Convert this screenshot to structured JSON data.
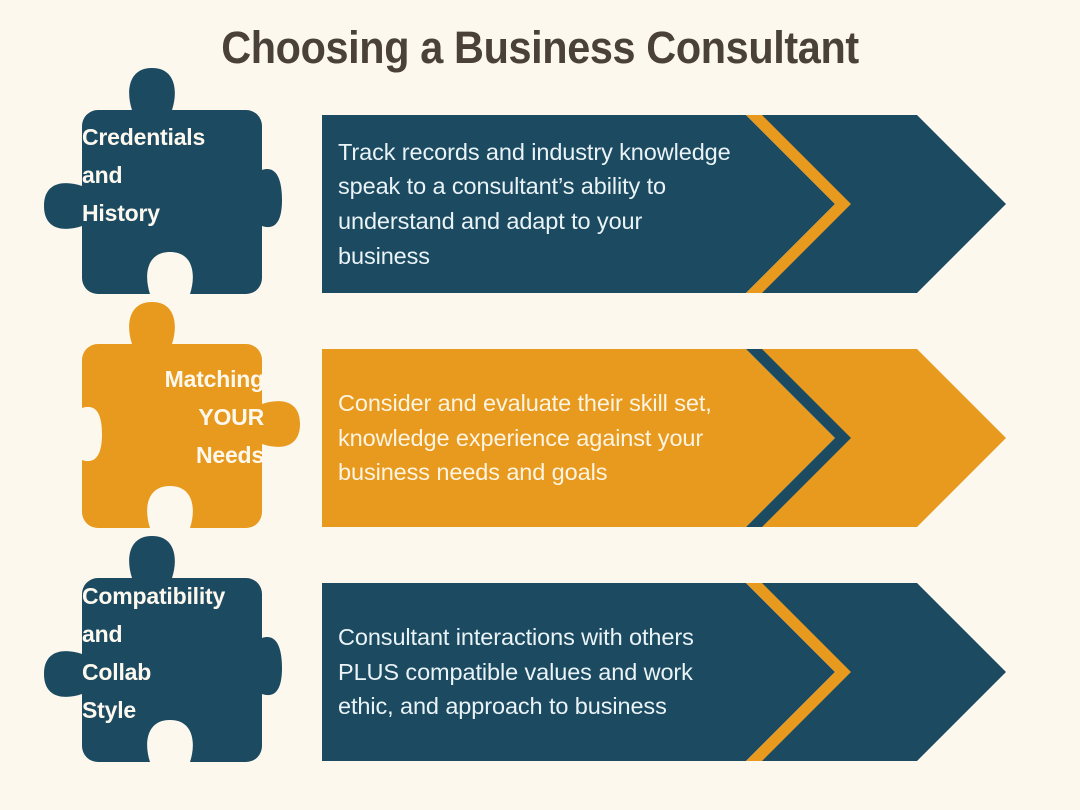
{
  "page": {
    "title": "Choosing a Business Consultant",
    "background_color": "#FDF8EE"
  },
  "palette": {
    "navy": "#1B4A61",
    "orange": "#E79A1E",
    "cream": "#FDF8EE",
    "title_text": "#4A423A",
    "text_on_dark": "#EAF3F6",
    "text_on_orange": "#FDF4E2"
  },
  "steps": [
    {
      "id": "credentials-and-history",
      "puzzle": {
        "lines": [
          "Credentials",
          "and",
          "History"
        ],
        "color": "#1B4A61",
        "text_align": "left",
        "tabs": {
          "top": "knob",
          "left": "knob",
          "right": "notch",
          "bottom": "notch"
        }
      },
      "banner": {
        "body_color": "#1B4A61",
        "chevron_color": "#E79A1E",
        "arrow_color": "#1B4A61",
        "text_color": "#EAF3F6",
        "text": "Track records and industry knowledge speak to a consultant’s ability to understand and adapt to your business",
        "icon": "certificate-icon",
        "icon_color": "#FDF8EE"
      }
    },
    {
      "id": "matching-your-needs",
      "puzzle": {
        "lines": [
          "Matching",
          "YOUR",
          "Needs"
        ],
        "color": "#E79A1E",
        "text_align": "right",
        "tabs": {
          "top": "knob",
          "left": "notch",
          "right": "knob",
          "bottom": "notch"
        }
      },
      "banner": {
        "body_color": "#E79A1E",
        "chevron_color": "#1B4A61",
        "arrow_color": "#E79A1E",
        "text_color": "#FDF4E2",
        "text": "Consider and evaluate their skill set, knowledge experience against your business needs and goals",
        "icon": "handshake-icon",
        "icon_color": "#FDF8EE"
      }
    },
    {
      "id": "compatibility-and-collab-style",
      "puzzle": {
        "lines": [
          "Compatibility",
          "and",
          "Collab",
          "Style"
        ],
        "color": "#1B4A61",
        "text_align": "left",
        "tabs": {
          "top": "knob",
          "left": "knob",
          "right": "notch",
          "bottom": "notch"
        }
      },
      "banner": {
        "body_color": "#1B4A61",
        "chevron_color": "#E79A1E",
        "arrow_color": "#1B4A61",
        "text_color": "#EAF3F6",
        "text": "Consultant interactions with others PLUS compatible values and work ethic, and approach to business",
        "icon": "chat-bubbles-icon",
        "icon_color": "#FDF8EE"
      }
    }
  ]
}
